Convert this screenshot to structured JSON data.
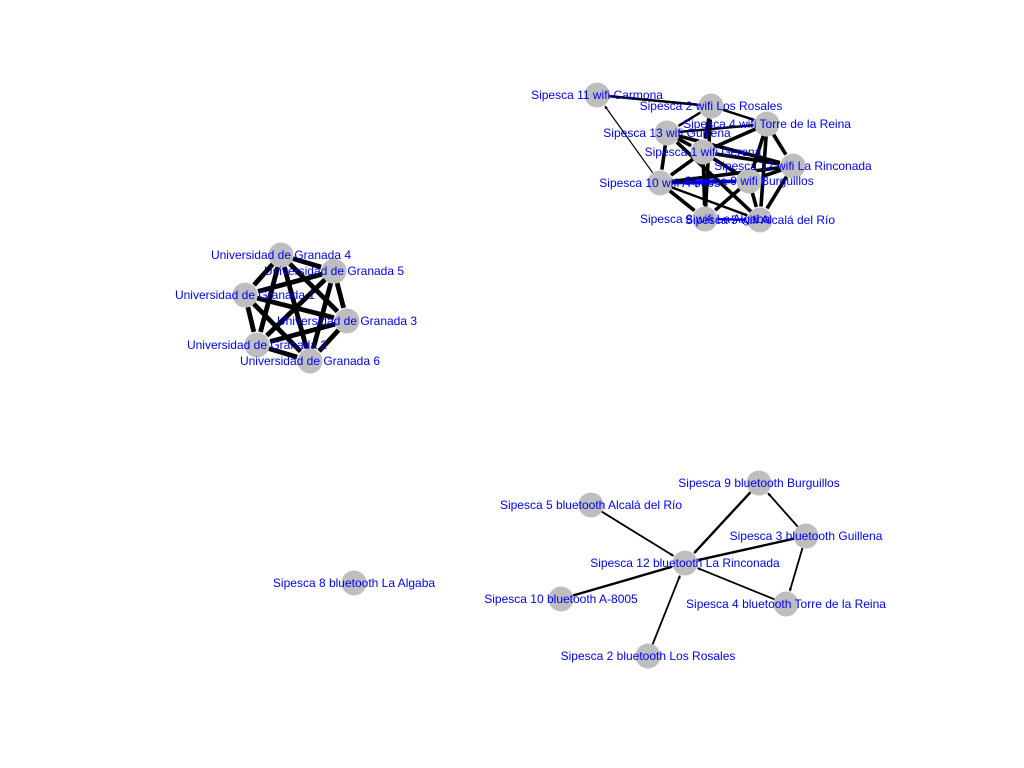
{
  "graph": {
    "directed": true,
    "node_color": "#bebebe",
    "label_color": "#0000ff",
    "edge_color": "#000000",
    "nodes": [
      {
        "id": "g4",
        "label": "Universidad de Granada 4"
      },
      {
        "id": "g5",
        "label": "Universidad de Granada 5"
      },
      {
        "id": "g1",
        "label": "Universidad de Granada 1"
      },
      {
        "id": "g3",
        "label": "Universidad de Granada 3"
      },
      {
        "id": "g2",
        "label": "Universidad de Granada 2"
      },
      {
        "id": "g6",
        "label": "Universidad de Granada 6"
      },
      {
        "id": "w11",
        "label": "Sipesca 11 wifi Carmona"
      },
      {
        "id": "w2",
        "label": "Sipesca 2 wifi Los Rosales"
      },
      {
        "id": "w13",
        "label": "Sipesca 13 wifi Guillena"
      },
      {
        "id": "w4",
        "label": "Sipesca 4 wifi Torre de la Reina"
      },
      {
        "id": "w1",
        "label": "Sipesca 1 wifi Gerena"
      },
      {
        "id": "w12",
        "label": "Sipesca 12 wifi La Rinconada"
      },
      {
        "id": "w10",
        "label": "Sipesca 10 wifi A-8005"
      },
      {
        "id": "w9",
        "label": "Sipesca 9 wifi Burguillos"
      },
      {
        "id": "w8",
        "label": "Sipesca 8 wifi La Algaba"
      },
      {
        "id": "w5",
        "label": "Sipesca 5 wifi Alcalá del Río"
      },
      {
        "id": "b9",
        "label": "Sipesca 9 bluetooth Burguillos"
      },
      {
        "id": "b5",
        "label": "Sipesca 5 bluetooth Alcalá del Río"
      },
      {
        "id": "b3",
        "label": "Sipesca 3 bluetooth Guillena"
      },
      {
        "id": "b12",
        "label": "Sipesca 12 bluetooth La Rinconada"
      },
      {
        "id": "b10",
        "label": "Sipesca 10 bluetooth A-8005"
      },
      {
        "id": "b4",
        "label": "Sipesca 4 bluetooth Torre de la Reina"
      },
      {
        "id": "b2",
        "label": "Sipesca 2 bluetooth Los Rosales"
      },
      {
        "id": "b8",
        "label": "Sipesca 8 bluetooth La Algaba"
      }
    ],
    "edges": [
      {
        "from": "g4",
        "to": "g5",
        "weight": 4
      },
      {
        "from": "g4",
        "to": "g1",
        "weight": 4
      },
      {
        "from": "g4",
        "to": "g3",
        "weight": 4
      },
      {
        "from": "g4",
        "to": "g2",
        "weight": 4
      },
      {
        "from": "g4",
        "to": "g6",
        "weight": 4
      },
      {
        "from": "g5",
        "to": "g1",
        "weight": 4
      },
      {
        "from": "g5",
        "to": "g3",
        "weight": 4
      },
      {
        "from": "g5",
        "to": "g2",
        "weight": 4
      },
      {
        "from": "g5",
        "to": "g6",
        "weight": 4
      },
      {
        "from": "g1",
        "to": "g3",
        "weight": 4
      },
      {
        "from": "g1",
        "to": "g2",
        "weight": 4
      },
      {
        "from": "g1",
        "to": "g6",
        "weight": 4
      },
      {
        "from": "g3",
        "to": "g2",
        "weight": 4
      },
      {
        "from": "g3",
        "to": "g6",
        "weight": 4
      },
      {
        "from": "g2",
        "to": "g6",
        "weight": 4
      },
      {
        "from": "w11",
        "to": "w2",
        "weight": 2,
        "color": "#0000cc"
      },
      {
        "from": "w2",
        "to": "w11",
        "weight": 2
      },
      {
        "from": "w10",
        "to": "w11",
        "weight": 1
      },
      {
        "from": "w2",
        "to": "w13",
        "weight": 2
      },
      {
        "from": "w2",
        "to": "w4",
        "weight": 2
      },
      {
        "from": "w2",
        "to": "w1",
        "weight": 3
      },
      {
        "from": "w13",
        "to": "w10",
        "weight": 3
      },
      {
        "from": "w13",
        "to": "w1",
        "weight": 3
      },
      {
        "from": "w13",
        "to": "w4",
        "weight": 2
      },
      {
        "from": "w13",
        "to": "w12",
        "weight": 3
      },
      {
        "from": "w4",
        "to": "w12",
        "weight": 3
      },
      {
        "from": "w4",
        "to": "w1",
        "weight": 3
      },
      {
        "from": "w4",
        "to": "w9",
        "weight": 3
      },
      {
        "from": "w4",
        "to": "w5",
        "weight": 3
      },
      {
        "from": "w1",
        "to": "w12",
        "weight": 3
      },
      {
        "from": "w1",
        "to": "w10",
        "weight": 3
      },
      {
        "from": "w1",
        "to": "w8",
        "weight": 3
      },
      {
        "from": "w1",
        "to": "w9",
        "weight": 3
      },
      {
        "from": "w12",
        "to": "w9",
        "weight": 3
      },
      {
        "from": "w12",
        "to": "w5",
        "weight": 3
      },
      {
        "from": "w10",
        "to": "w9",
        "weight": 3,
        "color": "#0000cc"
      },
      {
        "from": "w10",
        "to": "w8",
        "weight": 3
      },
      {
        "from": "w10",
        "to": "w5",
        "weight": 2
      },
      {
        "from": "w9",
        "to": "w8",
        "weight": 3
      },
      {
        "from": "w9",
        "to": "w5",
        "weight": 3
      },
      {
        "from": "w8",
        "to": "w5",
        "weight": 2,
        "color": "#0000cc"
      },
      {
        "from": "w8",
        "to": "w2",
        "weight": 3
      },
      {
        "from": "w5",
        "to": "w13",
        "weight": 3
      },
      {
        "from": "w10",
        "to": "w12",
        "weight": 3
      },
      {
        "from": "b3",
        "to": "b9",
        "weight": 1.5
      },
      {
        "from": "b9",
        "to": "b12",
        "weight": 2
      },
      {
        "from": "b5",
        "to": "b12",
        "weight": 1.5
      },
      {
        "from": "b3",
        "to": "b12",
        "weight": 2
      },
      {
        "from": "b3",
        "to": "b4",
        "weight": 1.5
      },
      {
        "from": "b10",
        "to": "b12",
        "weight": 2
      },
      {
        "from": "b4",
        "to": "b12",
        "weight": 1.5
      },
      {
        "from": "b2",
        "to": "b12",
        "weight": 1.5
      }
    ]
  }
}
